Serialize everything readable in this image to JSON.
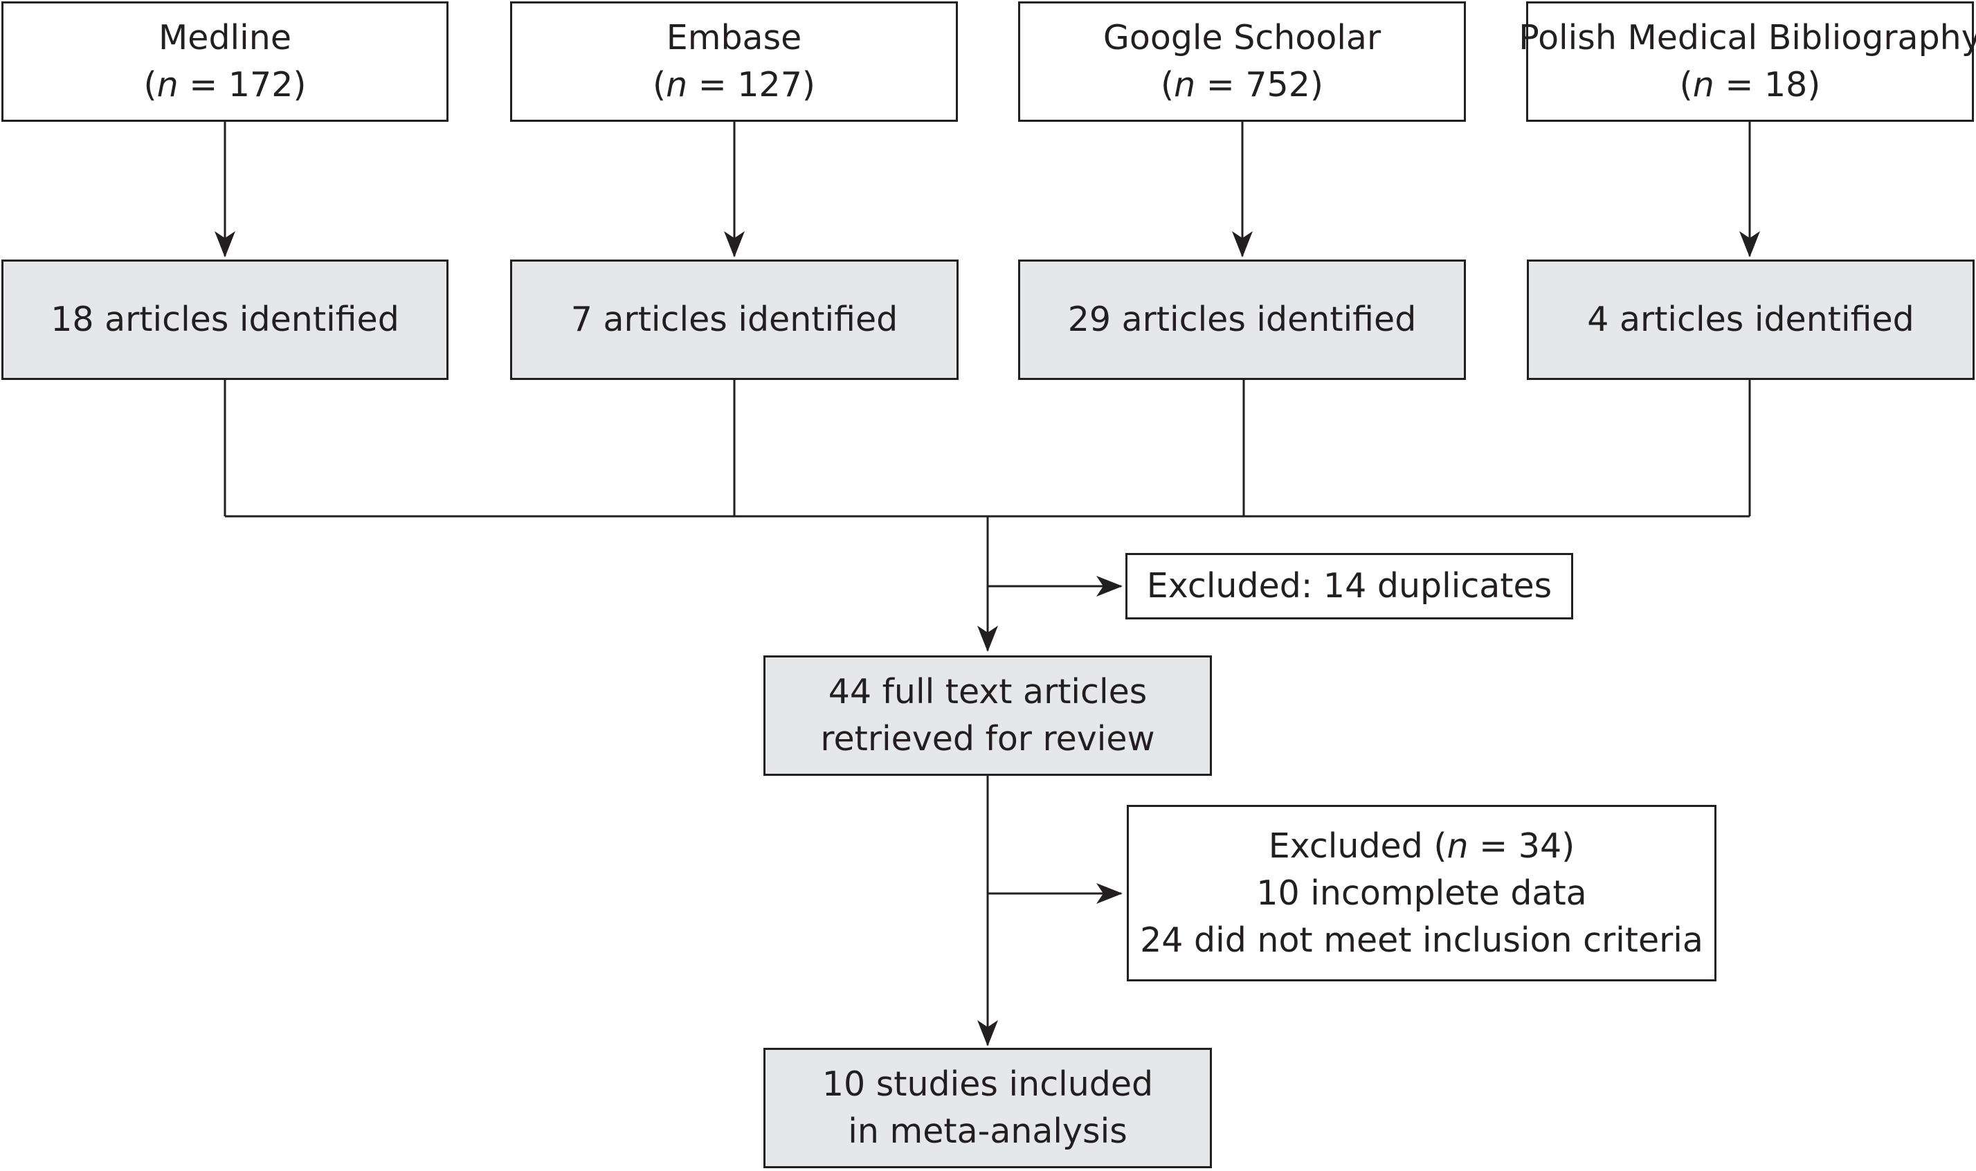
{
  "sources": [
    {
      "name": "Medline",
      "n_prefix": "(",
      "n_var": "n",
      "n_value": " = 172)"
    },
    {
      "name": "Embase",
      "n_prefix": "(",
      "n_var": "n",
      "n_value": " = 127)"
    },
    {
      "name": "Google Schoolar",
      "n_prefix": "(",
      "n_var": "n",
      "n_value": " = 752)"
    },
    {
      "name": "Polish Medical Bibliography",
      "n_prefix": "(",
      "n_var": "n",
      "n_value": " = 18)"
    }
  ],
  "identified": [
    "18 articles identified",
    "7 articles identified",
    "29 articles identified",
    "4 articles identified"
  ],
  "excluded_duplicates": "Excluded: 14 duplicates",
  "full_text": [
    "44 full text articles",
    "retrieved for review"
  ],
  "excluded_second": {
    "line1_prefix": "Excluded (",
    "line1_var": "n",
    "line1_suffix": " = 34)",
    "line2": "10 incomplete data",
    "line3": "24 did not meet inclusion criteria"
  },
  "included": [
    "10 studies included",
    "in meta-analysis"
  ],
  "colors": {
    "box_fill": "#e6e7e8",
    "stroke": "#231f20"
  }
}
